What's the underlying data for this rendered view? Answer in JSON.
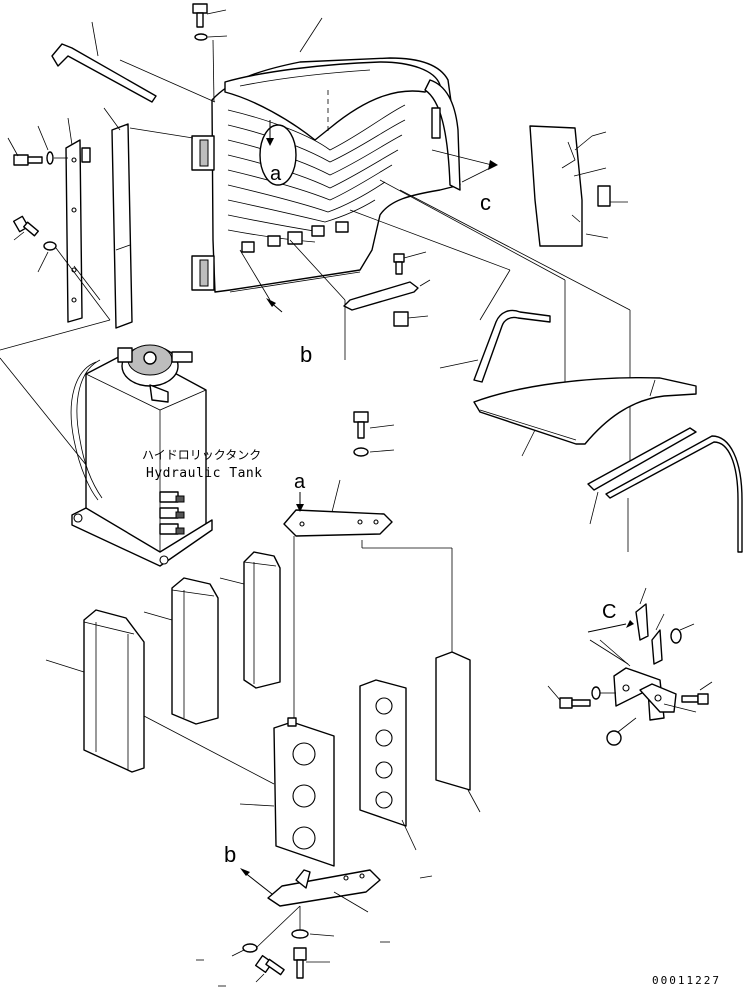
{
  "diagram": {
    "tank_label_jp": "ハイドロリックタンク",
    "tank_label_en": "Hydraulic Tank",
    "view_labels": {
      "a": "a",
      "b": "b",
      "c": "c",
      "c_upper": "C"
    },
    "drawing_code": "00011227"
  }
}
